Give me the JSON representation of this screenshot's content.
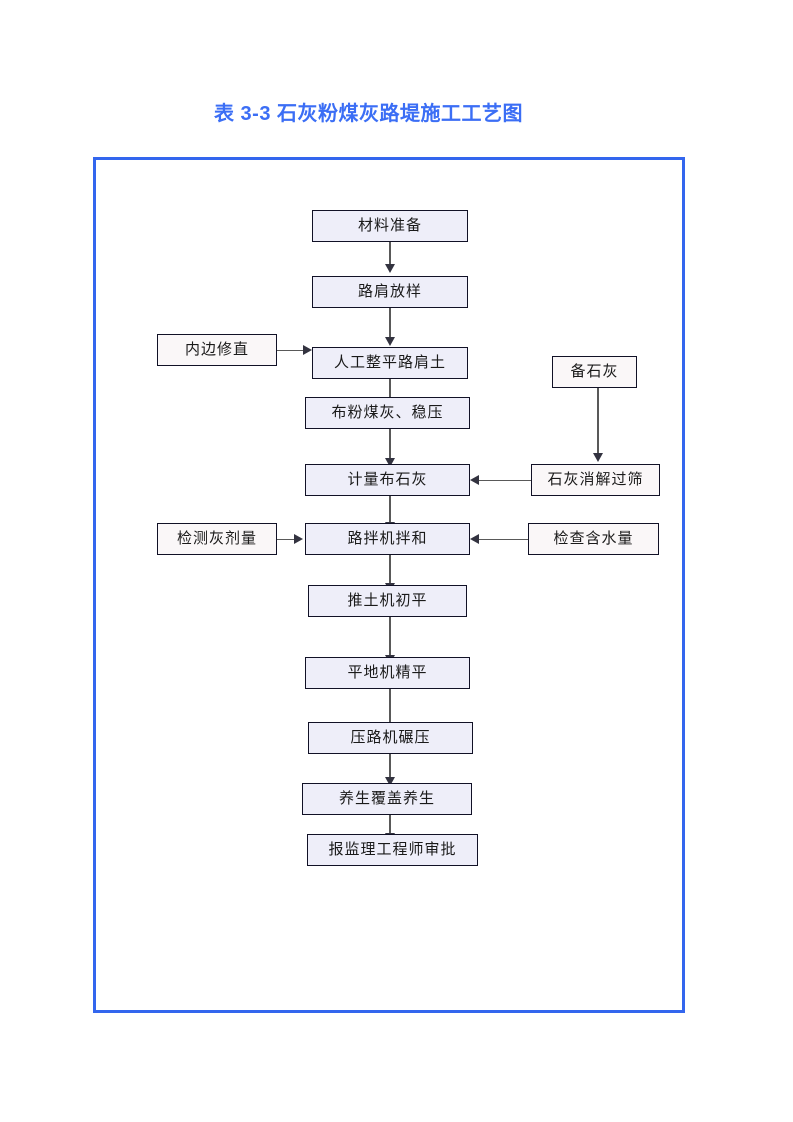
{
  "document": {
    "title": "表 3-3  石灰粉煤灰路堤施工工艺图",
    "frame_border_color": "#3366ee",
    "title_color": "#3b6ef5"
  },
  "flowchart": {
    "type": "process-flow-diagram",
    "main_chain": [
      {
        "id": "n1",
        "label": "材料准备"
      },
      {
        "id": "n2",
        "label": "路肩放样"
      },
      {
        "id": "n3",
        "label": "人工整平路肩土"
      },
      {
        "id": "n4",
        "label": "布粉煤灰、稳压"
      },
      {
        "id": "n5",
        "label": "计量布石灰"
      },
      {
        "id": "n6",
        "label": "路拌机拌和"
      },
      {
        "id": "n7",
        "label": "推土机初平"
      },
      {
        "id": "n8",
        "label": "平地机精平"
      },
      {
        "id": "n9",
        "label": "压路机碾压"
      },
      {
        "id": "n10",
        "label": "养生覆盖养生"
      },
      {
        "id": "n11",
        "label": "报监理工程师审批"
      }
    ],
    "side_nodes": [
      {
        "id": "s1",
        "label": "内边修直",
        "side": "left",
        "target": "n3"
      },
      {
        "id": "s2",
        "label": "备石灰",
        "side": "right",
        "target": "s3"
      },
      {
        "id": "s3",
        "label": "石灰消解过筛",
        "side": "right",
        "target": "n5"
      },
      {
        "id": "s4",
        "label": "检测灰剂量",
        "side": "left",
        "target": "n6"
      },
      {
        "id": "s5",
        "label": "检查含水量",
        "side": "right",
        "target": "n6"
      }
    ],
    "node_fill_main": "#eeeef9",
    "node_fill_side": "#faf7f8",
    "node_border": "#111126",
    "connector_color": "#595959"
  }
}
